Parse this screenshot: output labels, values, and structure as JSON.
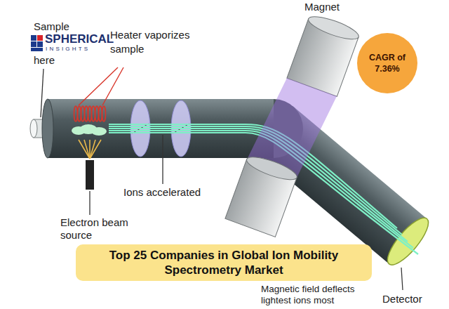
{
  "diagram": {
    "title": "Top 25 Companies in Global Ion Mobility Spectrometry Market",
    "nodes": [
      {
        "text": [
          "CAGR of 7.36%"
        ]
      }
    ],
    "labels": [
      "Sample here",
      "Heater vaporizes sample",
      "Ions accelerated",
      "Electron beam source",
      "Magnet",
      "Magnetic field deflects lightest ions most",
      "Detector",
      "SPHERICAL",
      "INSIGHTS"
    ]
  }
}
